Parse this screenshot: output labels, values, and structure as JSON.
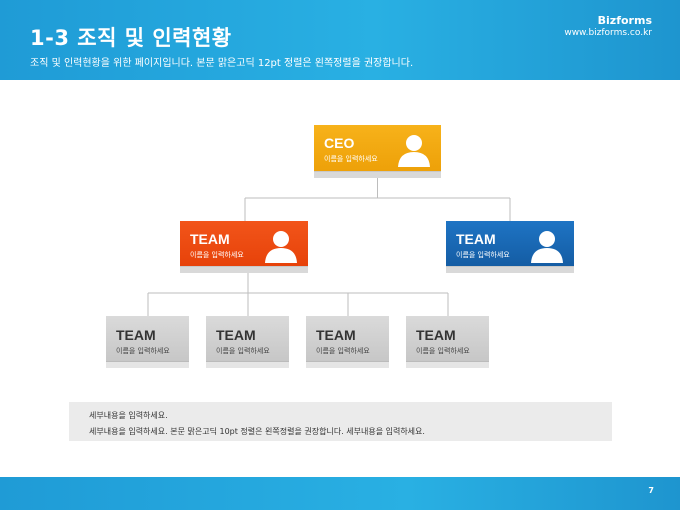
{
  "header": {
    "title": "1-3 조직 및 인력현황",
    "subtitle": "조직 및 인력현황을 위한 페이지입니다. 본문 맑은고딕 12pt 정렬은 왼쪽정렬을 권장합니다.",
    "brand": "Bizforms",
    "site": "www.bizforms.co.kr"
  },
  "org": {
    "ceo": {
      "title": "CEO",
      "sub": "이름을 입력하세요"
    },
    "team_left": {
      "title": "TEAM",
      "sub": "이름을 입력하세요"
    },
    "team_right": {
      "title": "TEAM",
      "sub": "이름을 입력하세요"
    },
    "sub_teams": [
      {
        "title": "TEAM",
        "sub": "이름을 입력하세요"
      },
      {
        "title": "TEAM",
        "sub": "이름을 입력하세요"
      },
      {
        "title": "TEAM",
        "sub": "이름을 입력하세요"
      },
      {
        "title": "TEAM",
        "sub": "이름을 입력하세요"
      }
    ]
  },
  "note": {
    "line1": "세부내용을 입력하세요.",
    "line2": "세부내용을 입력하세요. 본문 맑은고딕 10pt 정렬은 왼쪽정렬을 권장합니다. 세부내용을 입력하세요."
  },
  "footer": {
    "page": "7"
  },
  "colors": {
    "ceo": "#f4a90f",
    "team_left": "#ea4a10",
    "team_right": "#1a67b3",
    "sub": "#cfcfcf",
    "accent": "#27a9e1"
  }
}
